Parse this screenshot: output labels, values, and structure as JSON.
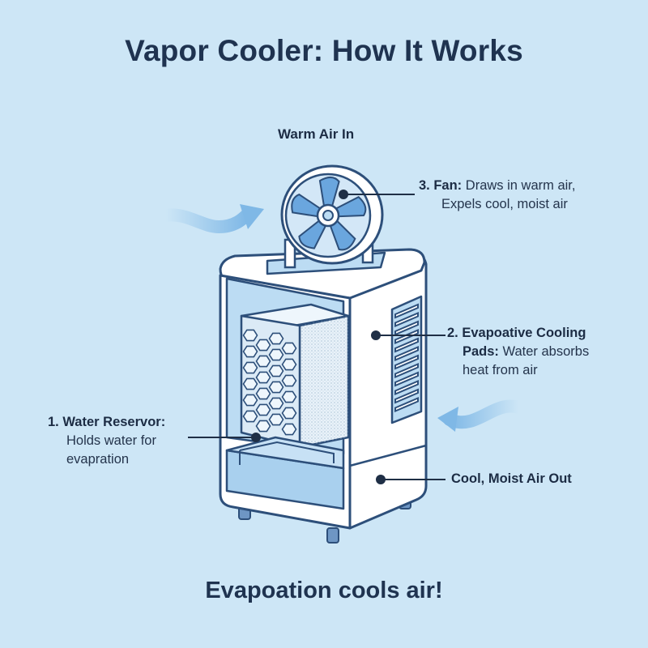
{
  "title": "Vapor Cooler: How It Works",
  "labels": {
    "warm_air_in": "Warm Air In",
    "fan_title": "3. Fan:",
    "fan_desc_1": "Draws in warm air,",
    "fan_desc_2": "Expels cool, moist air",
    "pads_title_1": "2. Evapoative Cooling",
    "pads_title_2": "Pads:",
    "pads_desc_1": "Water absorbs",
    "pads_desc_2": "heat from air",
    "reservoir_title": "1. Water Reservor:",
    "reservoir_desc_1": "Holds water for",
    "reservoir_desc_2": "evapration",
    "cool_air_out": "Cool, Moist Air Out"
  },
  "footer": "Evapoation cools air!",
  "colors": {
    "background": "#cde6f6",
    "outline": "#2d4f7a",
    "body_fill": "#ffffff",
    "panel_fill": "#bcdcf3",
    "fan_blade": "#6aa6de",
    "arrow": "#7fb8e6"
  }
}
